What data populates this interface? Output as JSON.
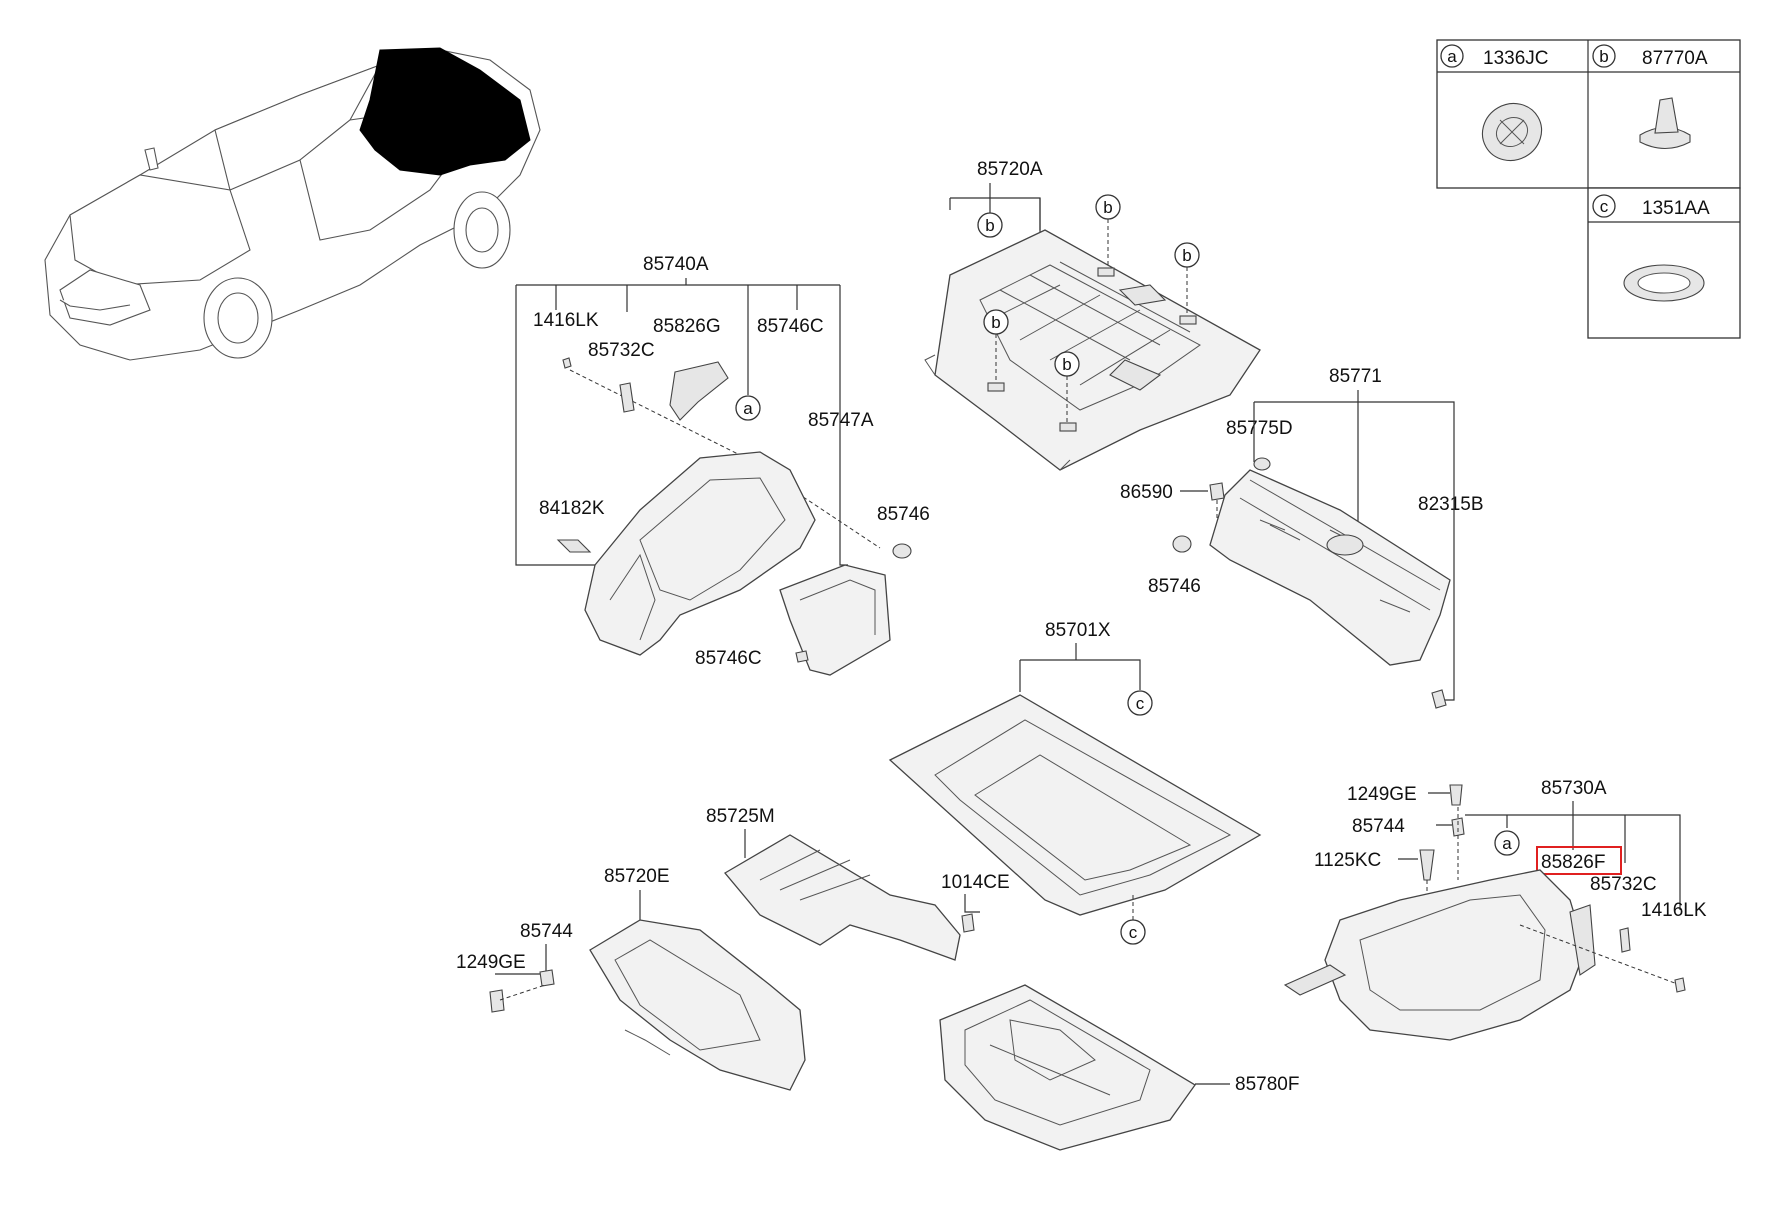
{
  "legend": {
    "a": {
      "letter": "a",
      "code": "1336JC"
    },
    "b": {
      "letter": "b",
      "code": "87770A"
    },
    "c": {
      "letter": "c",
      "code": "1351AA"
    }
  },
  "labels": {
    "p85720A": "85720A",
    "p85740A": "85740A",
    "p1416LK_left": "1416LK",
    "p85826G": "85826G",
    "p85746C_top": "85746C",
    "p85732C_left": "85732C",
    "p85747A": "85747A",
    "p84182K": "84182K",
    "p85746_left": "85746",
    "p85746C_bottom": "85746C",
    "p85771": "85771",
    "p85775D": "85775D",
    "p86590": "86590",
    "p82315B": "82315B",
    "p85746_right": "85746",
    "p85701X": "85701X",
    "p85725M": "85725M",
    "p85720E": "85720E",
    "p1014CE": "1014CE",
    "p85744_left": "85744",
    "p1249GE_left": "1249GE",
    "p85780F": "85780F",
    "p1249GE_right": "1249GE",
    "p85744_right": "85744",
    "p1125KC": "1125KC",
    "p85730A": "85730A",
    "p85826F": "85826F",
    "p85732C_right": "85732C",
    "p1416LK_right": "1416LK"
  },
  "callouts": {
    "a": "a",
    "b": "b",
    "c": "c"
  },
  "colors": {
    "highlight": "#e02020",
    "line": "#333333",
    "part_fill": "#f2f2f2",
    "car_roof_fill": "#000000"
  }
}
